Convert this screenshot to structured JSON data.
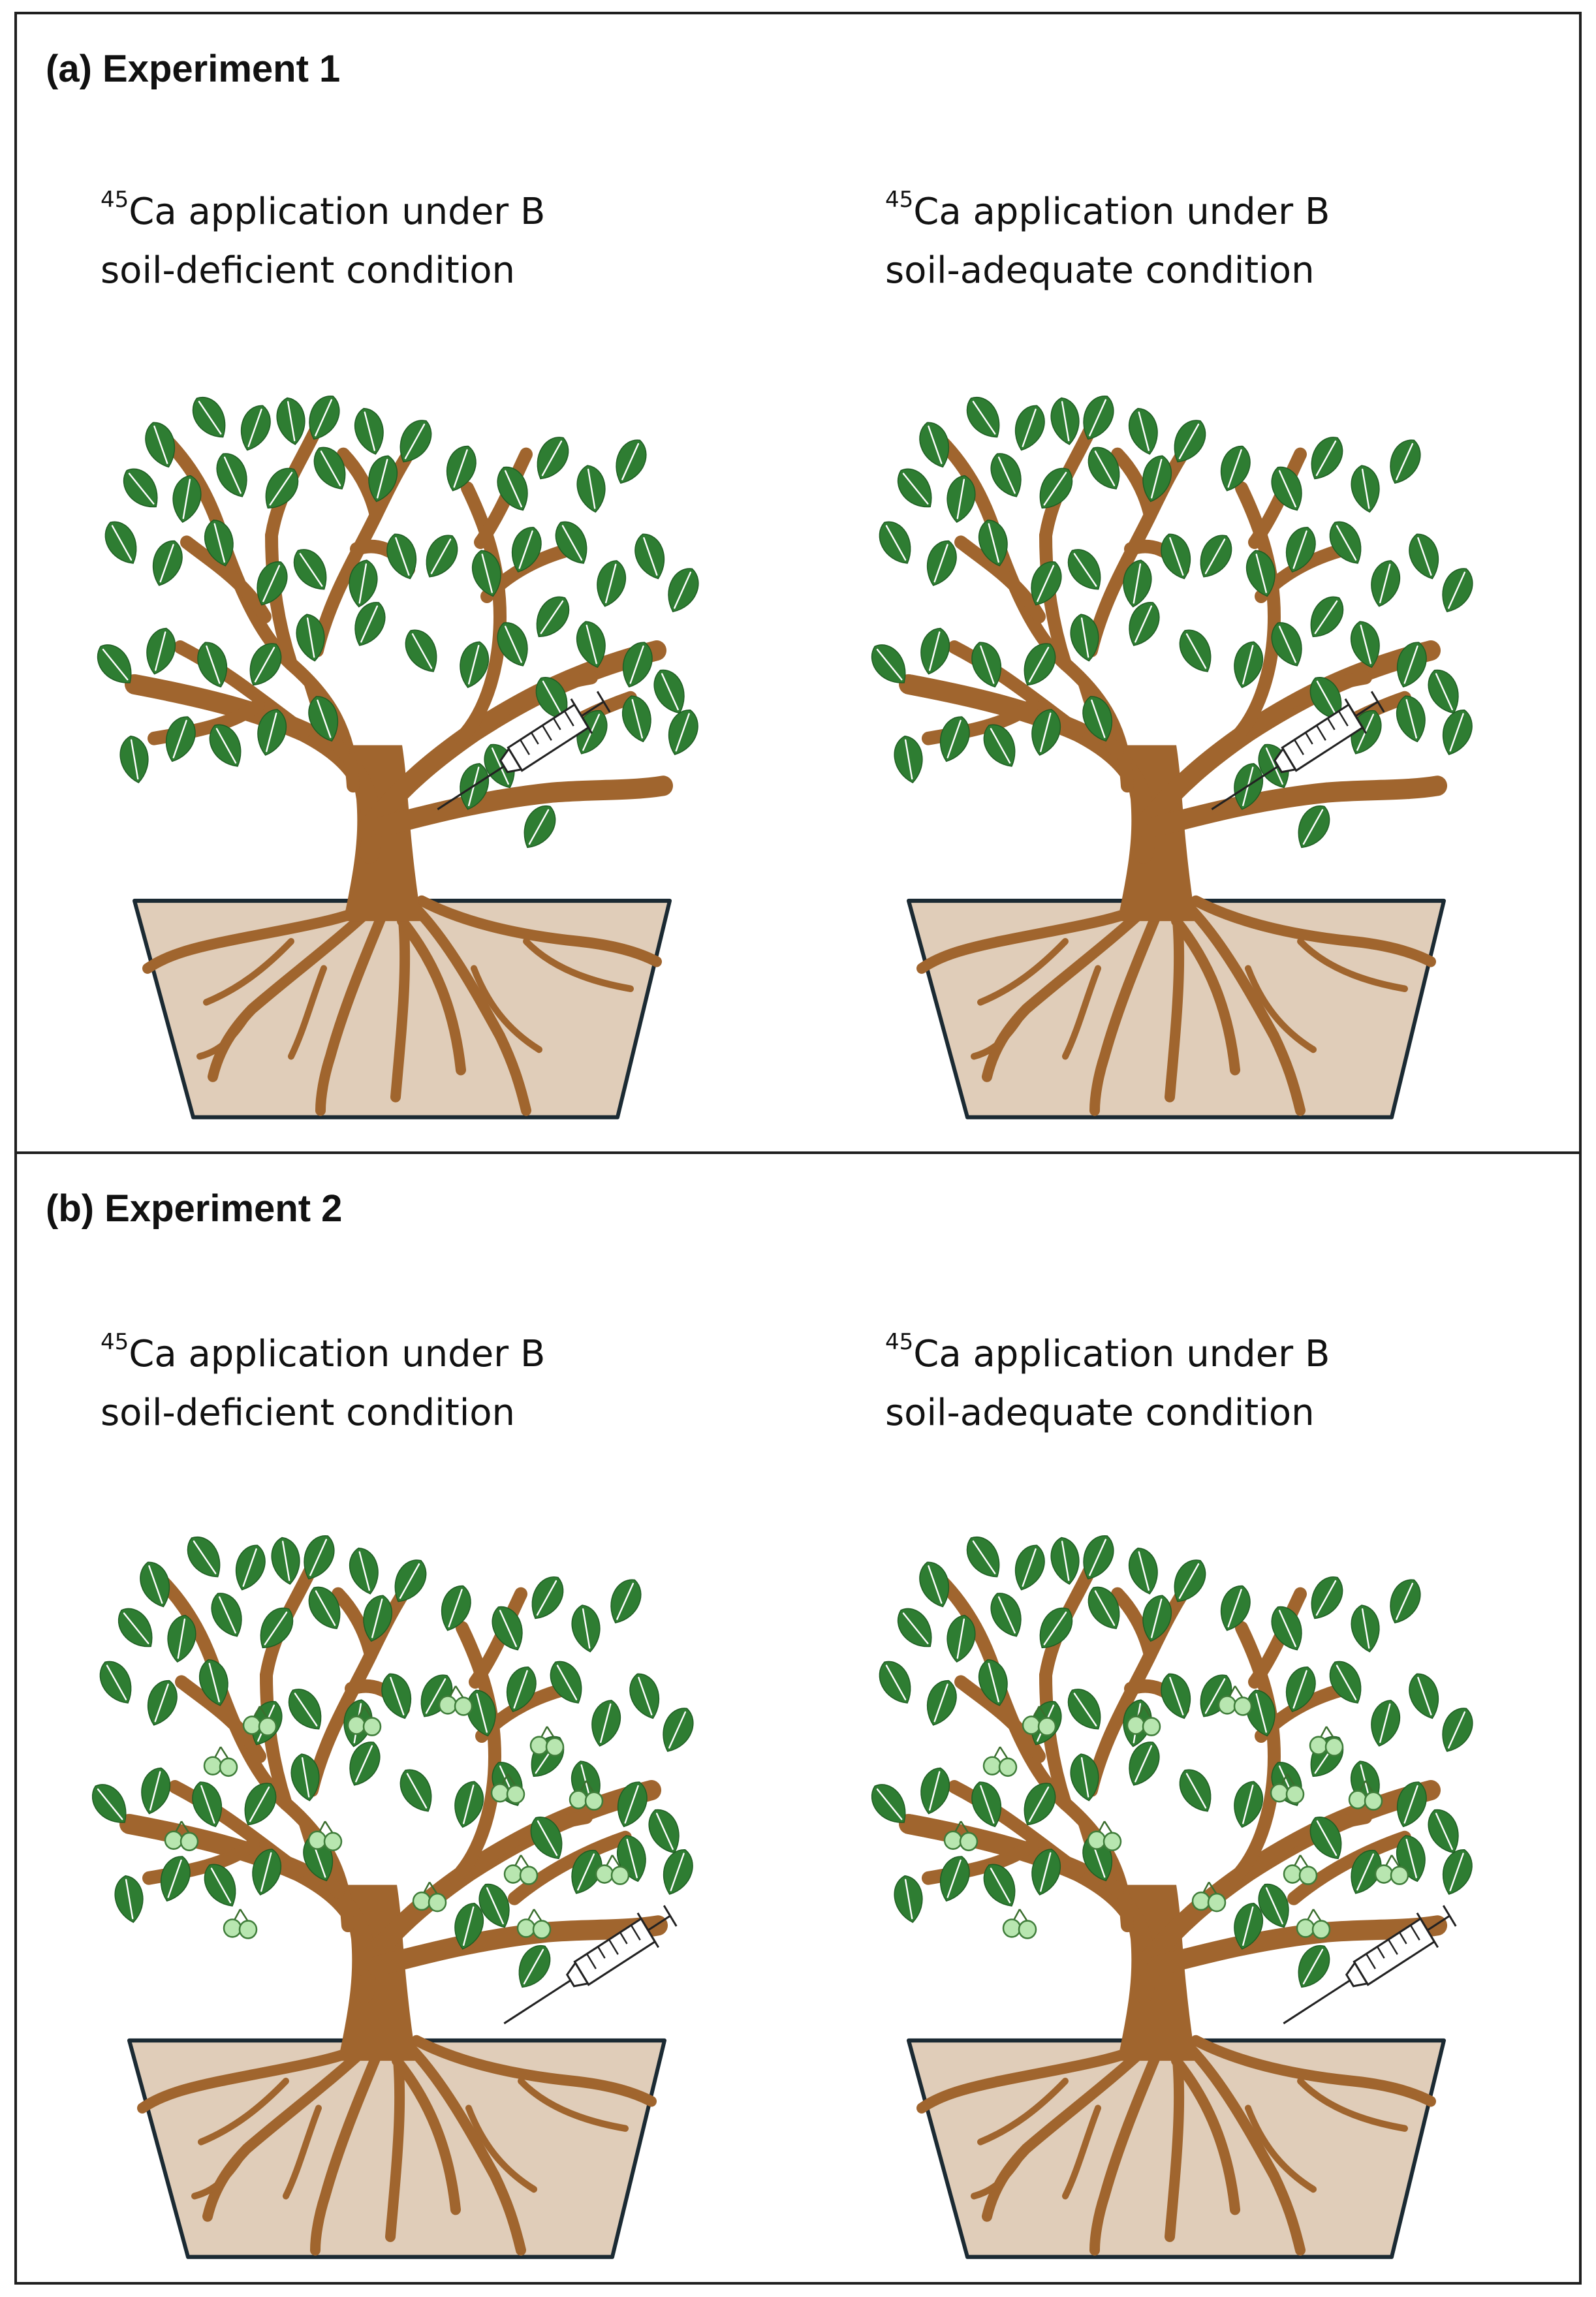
{
  "panels": [
    {
      "title": "(a) Experiment 1",
      "conditions": [
        {
          "isotope": "45",
          "text_line1": "Ca application under B",
          "text_line2": "soil-deficient condition"
        },
        {
          "isotope": "45",
          "text_line1": "Ca application under B",
          "text_line2": "soil-adequate condition"
        }
      ]
    },
    {
      "title": "(b) Experiment 2",
      "conditions": [
        {
          "isotope": "45",
          "text_line1": "Ca application under B",
          "text_line2": "soil-deficient condition"
        },
        {
          "isotope": "45",
          "text_line1": "Ca application under B",
          "text_line2": "soil-adequate condition"
        }
      ]
    }
  ],
  "colors": {
    "leaf": "#2e7d32",
    "trunk": "#a0652e",
    "pot_fill": "#e0cdb9",
    "pot_outline": "#1b2a33",
    "fruit": "#b8e6b0",
    "fruit_outline": "#3f7d3a",
    "syringe": "#222222"
  },
  "icons": {
    "plant": "tree-in-pot-icon",
    "injection": "syringe-icon",
    "fruit": "fruit-cluster-icon"
  }
}
